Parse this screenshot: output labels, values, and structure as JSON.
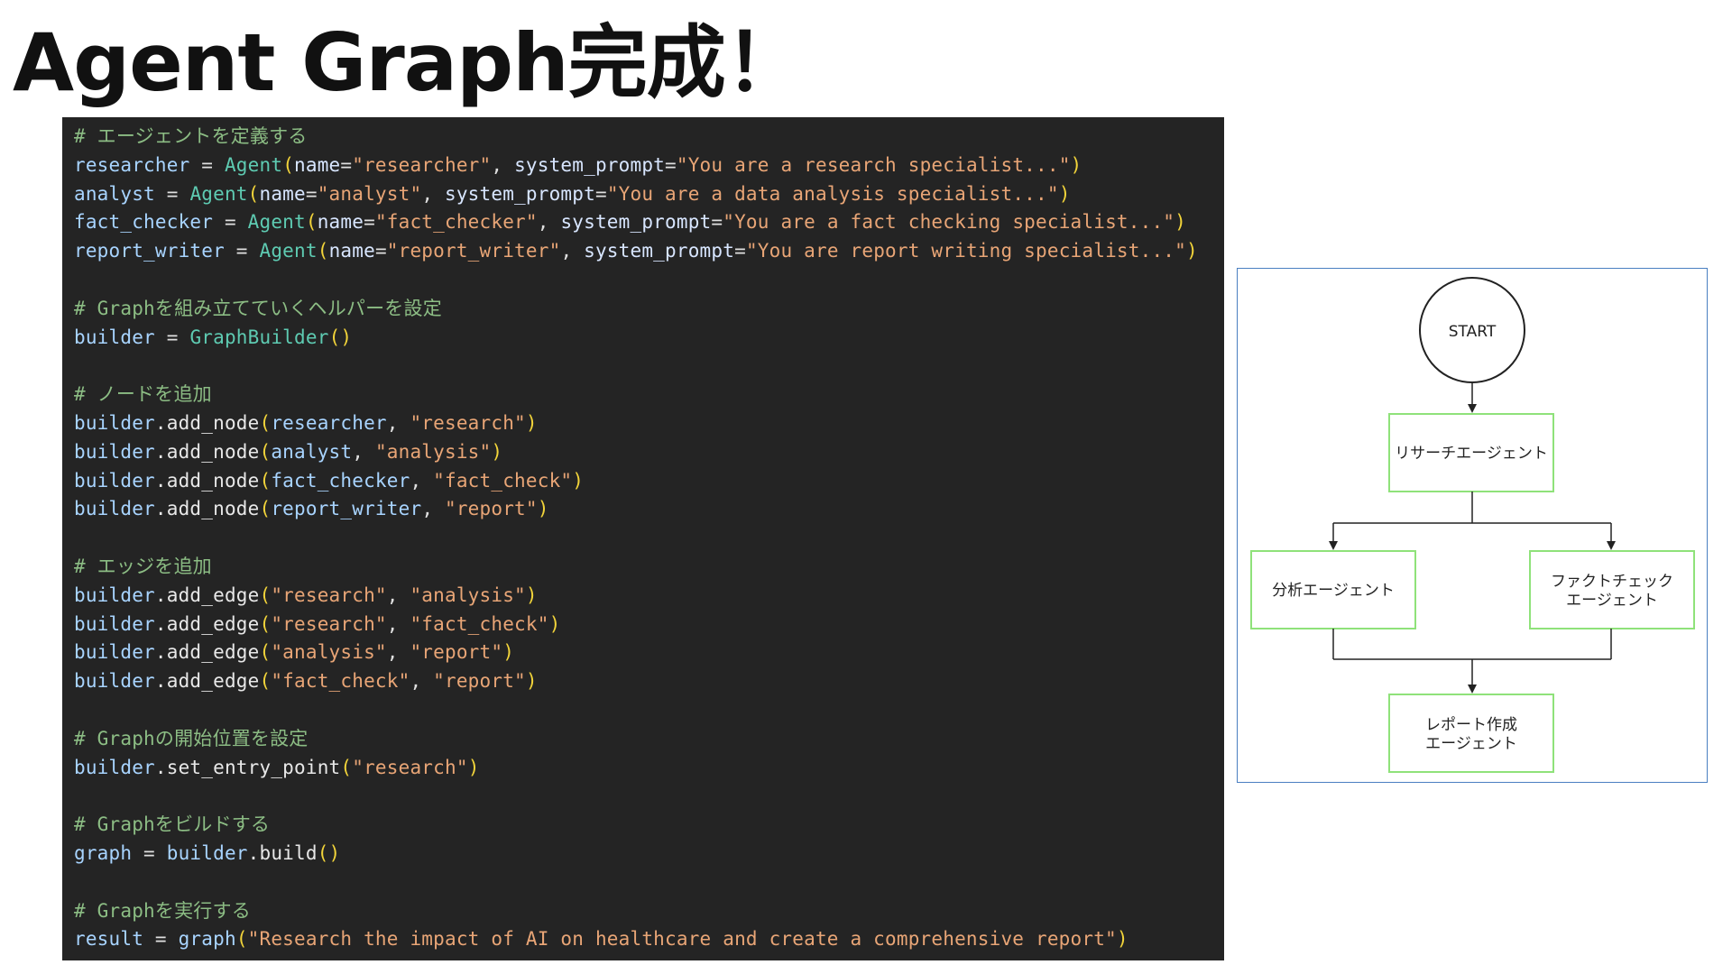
{
  "slide": {
    "title": "Agent Graph完成！"
  },
  "code": {
    "lines": [
      {
        "tokens": [
          {
            "t": "# エージェントを定義する",
            "k": "comment"
          }
        ]
      },
      {
        "tokens": [
          {
            "t": "researcher",
            "k": "var"
          },
          {
            "t": " = ",
            "k": "plain"
          },
          {
            "t": "Agent",
            "k": "class"
          },
          {
            "t": "(",
            "k": "paren"
          },
          {
            "t": "name",
            "k": "kw"
          },
          {
            "t": "=",
            "k": "plain"
          },
          {
            "t": "\"researcher\"",
            "k": "str"
          },
          {
            "t": ", ",
            "k": "plain"
          },
          {
            "t": "system_prompt",
            "k": "kw"
          },
          {
            "t": "=",
            "k": "plain"
          },
          {
            "t": "\"You are a research specialist...\"",
            "k": "str"
          },
          {
            "t": ")",
            "k": "paren"
          }
        ]
      },
      {
        "tokens": [
          {
            "t": "analyst",
            "k": "var"
          },
          {
            "t": " = ",
            "k": "plain"
          },
          {
            "t": "Agent",
            "k": "class"
          },
          {
            "t": "(",
            "k": "paren"
          },
          {
            "t": "name",
            "k": "kw"
          },
          {
            "t": "=",
            "k": "plain"
          },
          {
            "t": "\"analyst\"",
            "k": "str"
          },
          {
            "t": ", ",
            "k": "plain"
          },
          {
            "t": "system_prompt",
            "k": "kw"
          },
          {
            "t": "=",
            "k": "plain"
          },
          {
            "t": "\"You are a data analysis specialist...\"",
            "k": "str"
          },
          {
            "t": ")",
            "k": "paren"
          }
        ]
      },
      {
        "tokens": [
          {
            "t": "fact_checker",
            "k": "var"
          },
          {
            "t": " = ",
            "k": "plain"
          },
          {
            "t": "Agent",
            "k": "class"
          },
          {
            "t": "(",
            "k": "paren"
          },
          {
            "t": "name",
            "k": "kw"
          },
          {
            "t": "=",
            "k": "plain"
          },
          {
            "t": "\"fact_checker\"",
            "k": "str"
          },
          {
            "t": ", ",
            "k": "plain"
          },
          {
            "t": "system_prompt",
            "k": "kw"
          },
          {
            "t": "=",
            "k": "plain"
          },
          {
            "t": "\"You are a fact checking specialist...\"",
            "k": "str"
          },
          {
            "t": ")",
            "k": "paren"
          }
        ]
      },
      {
        "tokens": [
          {
            "t": "report_writer",
            "k": "var"
          },
          {
            "t": " = ",
            "k": "plain"
          },
          {
            "t": "Agent",
            "k": "class"
          },
          {
            "t": "(",
            "k": "paren"
          },
          {
            "t": "name",
            "k": "kw"
          },
          {
            "t": "=",
            "k": "plain"
          },
          {
            "t": "\"report_writer\"",
            "k": "str"
          },
          {
            "t": ", ",
            "k": "plain"
          },
          {
            "t": "system_prompt",
            "k": "kw"
          },
          {
            "t": "=",
            "k": "plain"
          },
          {
            "t": "\"You are report writing specialist...\"",
            "k": "str"
          },
          {
            "t": ")",
            "k": "paren"
          }
        ]
      },
      {
        "tokens": []
      },
      {
        "tokens": [
          {
            "t": "# Graphを組み立てていくヘルパーを設定",
            "k": "comment"
          }
        ]
      },
      {
        "tokens": [
          {
            "t": "builder",
            "k": "var"
          },
          {
            "t": " = ",
            "k": "plain"
          },
          {
            "t": "GraphBuilder",
            "k": "class"
          },
          {
            "t": "()",
            "k": "paren"
          }
        ]
      },
      {
        "tokens": []
      },
      {
        "tokens": [
          {
            "t": "# ノードを追加",
            "k": "comment"
          }
        ]
      },
      {
        "tokens": [
          {
            "t": "builder",
            "k": "var"
          },
          {
            "t": ".add_node",
            "k": "method"
          },
          {
            "t": "(",
            "k": "paren"
          },
          {
            "t": "researcher",
            "k": "var"
          },
          {
            "t": ", ",
            "k": "plain"
          },
          {
            "t": "\"research\"",
            "k": "str"
          },
          {
            "t": ")",
            "k": "paren"
          }
        ]
      },
      {
        "tokens": [
          {
            "t": "builder",
            "k": "var"
          },
          {
            "t": ".add_node",
            "k": "method"
          },
          {
            "t": "(",
            "k": "paren"
          },
          {
            "t": "analyst",
            "k": "var"
          },
          {
            "t": ", ",
            "k": "plain"
          },
          {
            "t": "\"analysis\"",
            "k": "str"
          },
          {
            "t": ")",
            "k": "paren"
          }
        ]
      },
      {
        "tokens": [
          {
            "t": "builder",
            "k": "var"
          },
          {
            "t": ".add_node",
            "k": "method"
          },
          {
            "t": "(",
            "k": "paren"
          },
          {
            "t": "fact_checker",
            "k": "var"
          },
          {
            "t": ", ",
            "k": "plain"
          },
          {
            "t": "\"fact_check\"",
            "k": "str"
          },
          {
            "t": ")",
            "k": "paren"
          }
        ]
      },
      {
        "tokens": [
          {
            "t": "builder",
            "k": "var"
          },
          {
            "t": ".add_node",
            "k": "method"
          },
          {
            "t": "(",
            "k": "paren"
          },
          {
            "t": "report_writer",
            "k": "var"
          },
          {
            "t": ", ",
            "k": "plain"
          },
          {
            "t": "\"report\"",
            "k": "str"
          },
          {
            "t": ")",
            "k": "paren"
          }
        ]
      },
      {
        "tokens": []
      },
      {
        "tokens": [
          {
            "t": "# エッジを追加",
            "k": "comment"
          }
        ]
      },
      {
        "tokens": [
          {
            "t": "builder",
            "k": "var"
          },
          {
            "t": ".add_edge",
            "k": "method"
          },
          {
            "t": "(",
            "k": "paren"
          },
          {
            "t": "\"research\"",
            "k": "str"
          },
          {
            "t": ", ",
            "k": "plain"
          },
          {
            "t": "\"analysis\"",
            "k": "str"
          },
          {
            "t": ")",
            "k": "paren"
          }
        ]
      },
      {
        "tokens": [
          {
            "t": "builder",
            "k": "var"
          },
          {
            "t": ".add_edge",
            "k": "method"
          },
          {
            "t": "(",
            "k": "paren"
          },
          {
            "t": "\"research\"",
            "k": "str"
          },
          {
            "t": ", ",
            "k": "plain"
          },
          {
            "t": "\"fact_check\"",
            "k": "str"
          },
          {
            "t": ")",
            "k": "paren"
          }
        ]
      },
      {
        "tokens": [
          {
            "t": "builder",
            "k": "var"
          },
          {
            "t": ".add_edge",
            "k": "method"
          },
          {
            "t": "(",
            "k": "paren"
          },
          {
            "t": "\"analysis\"",
            "k": "str"
          },
          {
            "t": ", ",
            "k": "plain"
          },
          {
            "t": "\"report\"",
            "k": "str"
          },
          {
            "t": ")",
            "k": "paren"
          }
        ]
      },
      {
        "tokens": [
          {
            "t": "builder",
            "k": "var"
          },
          {
            "t": ".add_edge",
            "k": "method"
          },
          {
            "t": "(",
            "k": "paren"
          },
          {
            "t": "\"fact_check\"",
            "k": "str"
          },
          {
            "t": ", ",
            "k": "plain"
          },
          {
            "t": "\"report\"",
            "k": "str"
          },
          {
            "t": ")",
            "k": "paren"
          }
        ]
      },
      {
        "tokens": []
      },
      {
        "tokens": [
          {
            "t": "# Graphの開始位置を設定",
            "k": "comment"
          }
        ]
      },
      {
        "tokens": [
          {
            "t": "builder",
            "k": "var"
          },
          {
            "t": ".set_entry_point",
            "k": "method"
          },
          {
            "t": "(",
            "k": "paren"
          },
          {
            "t": "\"research\"",
            "k": "str"
          },
          {
            "t": ")",
            "k": "paren"
          }
        ]
      },
      {
        "tokens": []
      },
      {
        "tokens": [
          {
            "t": "# Graphをビルドする",
            "k": "comment"
          }
        ]
      },
      {
        "tokens": [
          {
            "t": "graph",
            "k": "var"
          },
          {
            "t": " = ",
            "k": "plain"
          },
          {
            "t": "builder",
            "k": "var"
          },
          {
            "t": ".build",
            "k": "method"
          },
          {
            "t": "()",
            "k": "paren"
          }
        ]
      },
      {
        "tokens": []
      },
      {
        "tokens": [
          {
            "t": "# Graphを実行する",
            "k": "comment"
          }
        ]
      },
      {
        "tokens": [
          {
            "t": "result",
            "k": "var"
          },
          {
            "t": " = ",
            "k": "plain"
          },
          {
            "t": "graph",
            "k": "var"
          },
          {
            "t": "(",
            "k": "paren"
          },
          {
            "t": "\"Research the impact of AI on healthcare and create a comprehensive report\"",
            "k": "str"
          },
          {
            "t": ")",
            "k": "paren"
          }
        ]
      }
    ]
  },
  "diagram": {
    "start_label": "START",
    "nodes": {
      "researcher": [
        "リサーチエージェント"
      ],
      "analyst": [
        "分析エージェント"
      ],
      "fact_checker": [
        "ファクトチェック",
        "エージェント"
      ],
      "report_writer": [
        "レポート作成",
        "エージェント"
      ]
    },
    "colors": {
      "node_border": "#8fe27a",
      "frame_border": "#4a7fc1",
      "line": "#222222"
    }
  }
}
